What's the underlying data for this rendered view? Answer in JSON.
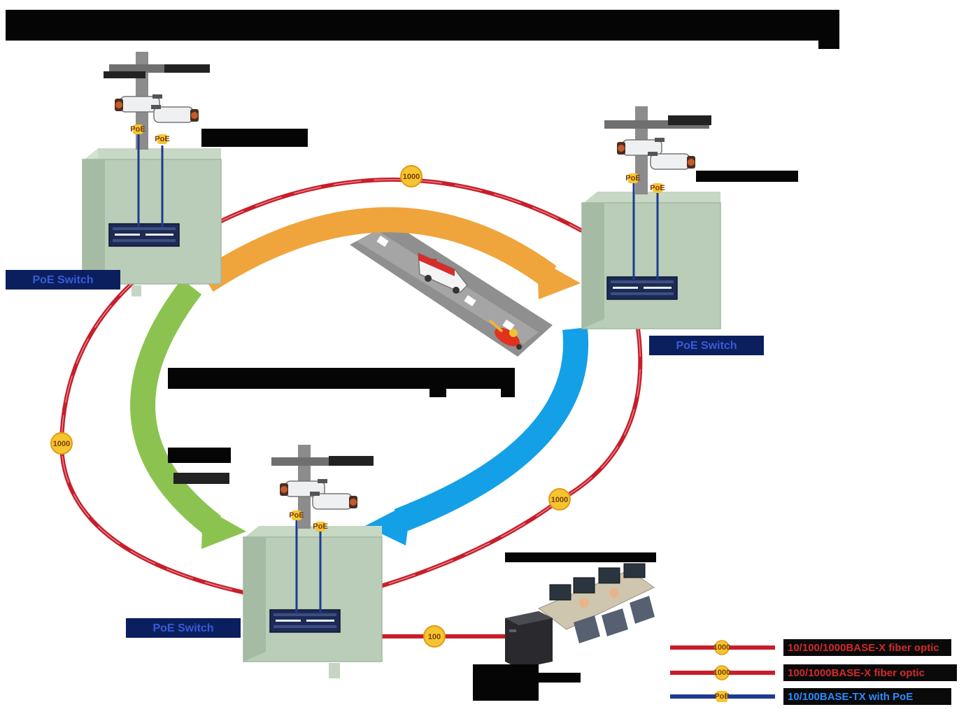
{
  "title": "",
  "colors": {
    "fiber_red": "#c81e2a",
    "copper_blue": "#1f3b8f",
    "arrow_orange": "#f0a43c",
    "arrow_green": "#8cc350",
    "arrow_blue": "#14a0e6",
    "cabinet_green": "#b9cdb8",
    "switch_navy": "#1c2a55",
    "label_bg": "#0b1f5e",
    "label_text": "#3a5ad8",
    "badge": "#f5c531"
  },
  "links": {
    "top": {
      "speed": "1000"
    },
    "left": {
      "speed": "1000"
    },
    "right": {
      "speed": "1000"
    },
    "nvr": {
      "speed": "100"
    }
  },
  "camera_link_badge": "PoE",
  "sites": {
    "top_left": {
      "switch_label": "PoE Switch"
    },
    "top_right": {
      "switch_label": "PoE Switch"
    },
    "bottom": {
      "switch_label": "PoE Switch"
    }
  },
  "icons": {
    "camera": "cctv-camera-icon",
    "ambulance": "ambulance-icon",
    "motorbike": "motorbike-icon",
    "nvr": "nvr-server-icon",
    "control_room": "control-room-operators-icon"
  },
  "legend": [
    {
      "type": "fiber",
      "badge": "1000",
      "label": "10/100/1000BASE-X fiber optic"
    },
    {
      "type": "fiber",
      "badge": "1000",
      "label": "100/1000BASE-X fiber optic"
    },
    {
      "type": "copper",
      "badge": "PoE",
      "label": "10/100BASE-TX with PoE"
    }
  ]
}
